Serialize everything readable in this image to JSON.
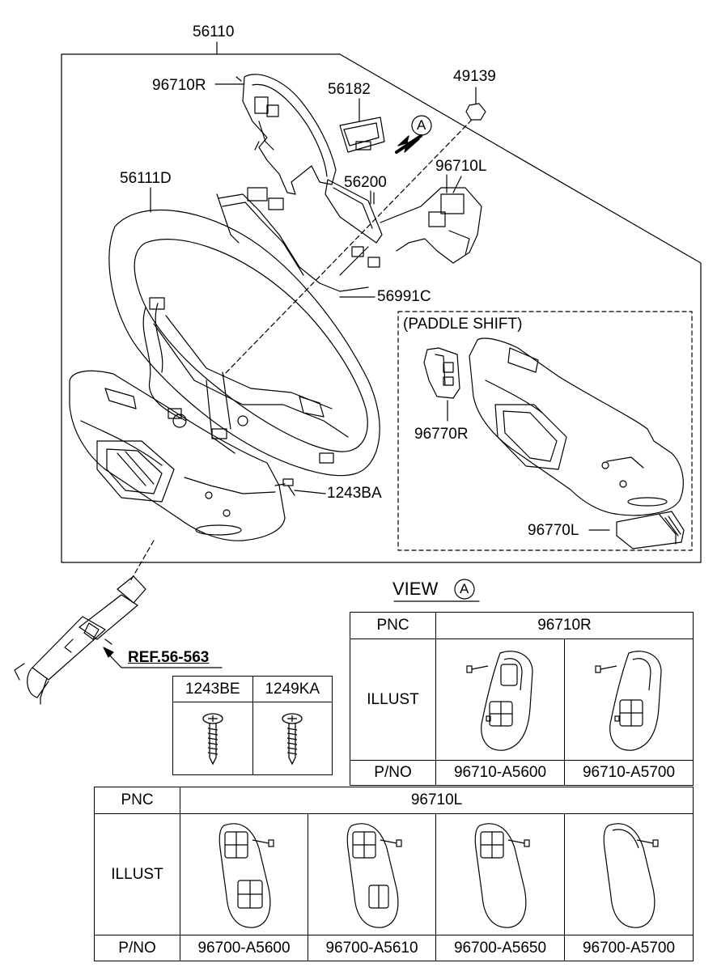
{
  "labels": {
    "p56110": "56110",
    "p96710R": "96710R",
    "p56182": "56182",
    "p49139": "49139",
    "pA": "A",
    "p56111D": "56111D",
    "p56200": "56200",
    "p96710L": "96710L",
    "p56991C": "56991C",
    "paddle": "(PADDLE SHIFT)",
    "p96770R": "96770R",
    "p1243BA": "1243BA",
    "p96770L": "96770L",
    "view_text": "VIEW",
    "view_circle": "A",
    "ref": "REF.56-563"
  },
  "screw_table": {
    "headers": [
      "1243BE",
      "1249KA"
    ]
  },
  "r_table": {
    "pnc_label": "PNC",
    "pnc_value": "96710R",
    "illust_label": "ILLUST",
    "pno_label": "P/NO",
    "parts": [
      "96710-A5600",
      "96710-A5700"
    ]
  },
  "l_table": {
    "pnc_label": "PNC",
    "pnc_value": "96710L",
    "illust_label": "ILLUST",
    "pno_label": "P/NO",
    "parts": [
      "96700-A5600",
      "96700-A5610",
      "96700-A5650",
      "96700-A5700"
    ]
  }
}
